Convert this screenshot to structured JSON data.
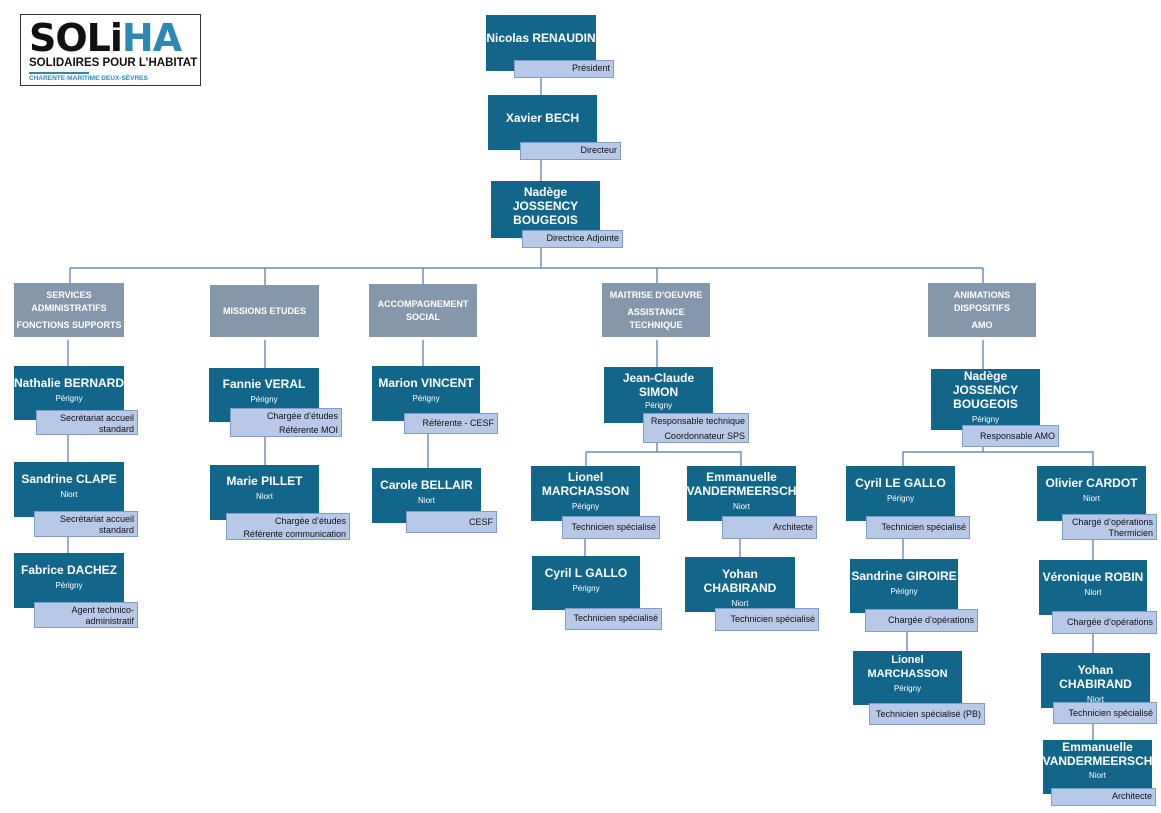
{
  "logo": {
    "brand_dark": "SOLi",
    "brand_blue": "HA",
    "tagline": "SOLIDAIRES POUR L’HABITAT",
    "region": "CHARENTE-MARITIME DEUX-SÈVRES"
  },
  "colors": {
    "node": "#11668a",
    "role": "#b7c9e6",
    "section": "#8597ab",
    "line": "#4a79a8"
  },
  "top": [
    {
      "name": "Nicolas RENAUDIN",
      "role": "Président"
    },
    {
      "name": "Xavier BECH",
      "role": "Directeur"
    },
    {
      "name": "Nadège JOSSENCY BOUGEOIS",
      "name_lines": [
        "Nadège",
        "JOSSENCY",
        "BOUGEOIS"
      ],
      "role": "Directrice Adjointe"
    }
  ],
  "sections": [
    {
      "lines": [
        "SERVICES",
        "ADMINISTRATIFS",
        "FONCTIONS SUPPORTS"
      ]
    },
    {
      "lines": [
        "MISSIONS ETUDES"
      ]
    },
    {
      "lines": [
        "ACCOMPAGNEMENT",
        "SOCIAL"
      ]
    },
    {
      "lines": [
        "MAITRISE D’OEUVRE",
        "ASSISTANCE TECHNIQUE"
      ]
    },
    {
      "lines": [
        "ANIMATIONS",
        "DISPOSITIFS",
        "AMO"
      ]
    }
  ],
  "people": [
    {
      "name": [
        "Nathalie BERNARD"
      ],
      "loc": "Périgny",
      "role": [
        "Secrétariat accueil",
        "standard"
      ]
    },
    {
      "name": [
        "Sandrine CLAPE"
      ],
      "loc": "Niort",
      "role": [
        "Secrétariat accueil",
        "standard"
      ]
    },
    {
      "name": [
        "Fabrice DACHEZ"
      ],
      "loc": "Périgny",
      "role": [
        "Agent technico-",
        "administratif"
      ]
    },
    {
      "name": [
        "Fannie VERAL"
      ],
      "loc": "Périgny",
      "role": [
        "Chargée d’études",
        "Référente MOI"
      ]
    },
    {
      "name": [
        "Marie PILLET"
      ],
      "loc": "Niort",
      "role": [
        "Chargée d’études",
        "Référente communication"
      ]
    },
    {
      "name": [
        "Marion VINCENT"
      ],
      "loc": "Périgny",
      "role": [
        "Référente - CESF"
      ]
    },
    {
      "name": [
        "Carole BELLAIR"
      ],
      "loc": "Niort",
      "role": [
        "CESF"
      ]
    },
    {
      "name": [
        "Jean-Claude",
        "SIMON"
      ],
      "loc": "Périgny",
      "role": [
        "Responsable technique",
        "Coordonnateur SPS"
      ]
    },
    {
      "name": [
        "Lionel",
        "MARCHASSON"
      ],
      "loc": "Périgny",
      "role": [
        "Technicien spécialisé"
      ]
    },
    {
      "name": [
        "Cyril L GALLO"
      ],
      "loc": "Périgny",
      "role": [
        "Technicien spécialisé"
      ]
    },
    {
      "name": [
        "Emmanuelle",
        "VANDERMEERSCH"
      ],
      "loc": "Niort",
      "role": [
        "Architecte"
      ]
    },
    {
      "name": [
        "Yohan CHABIRAND"
      ],
      "loc": "Niort",
      "role": [
        "Technicien spécialisé"
      ]
    },
    {
      "name": [
        "Nadège",
        "JOSSENCY",
        "BOUGEOIS"
      ],
      "loc": "Périgny",
      "role": [
        "Responsable AMO"
      ]
    },
    {
      "name": [
        "Cyril LE GALLO"
      ],
      "loc": "Périgny",
      "role": [
        "Technicien spécialisé"
      ]
    },
    {
      "name": [
        "Sandrine GIROIRE"
      ],
      "loc": "Périgny",
      "role": [
        "Chargée d’opérations"
      ]
    },
    {
      "name": [
        "Lionel",
        "MARCHASSON"
      ],
      "loc": "Périgny",
      "role": [
        "Technicien spécialisé (PB)"
      ]
    },
    {
      "name": [
        "Olivier CARDOT"
      ],
      "loc": "Niort",
      "role": [
        "Chargé d’opérations",
        "Thermicien"
      ]
    },
    {
      "name": [
        "Véronique ROBIN"
      ],
      "loc": "Niort",
      "role": [
        "Chargée d’opérations"
      ]
    },
    {
      "name": [
        "Yohan CHABIRAND"
      ],
      "loc": "Niort",
      "role": [
        "Technicien spécialisé"
      ]
    },
    {
      "name": [
        "Emmanuelle",
        "VANDERMEERSCH"
      ],
      "loc": "Niort",
      "role": [
        "Architecte"
      ]
    }
  ]
}
